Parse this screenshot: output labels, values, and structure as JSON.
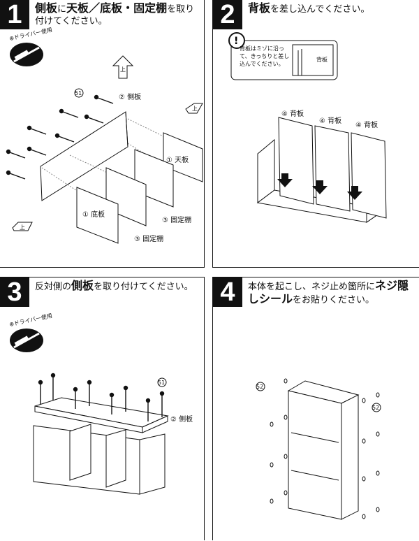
{
  "steps": [
    {
      "number": "1",
      "parts": [
        {
          "text": "側板",
          "bold": true
        },
        {
          "text": "に",
          "bold": false
        },
        {
          "text": "天板",
          "bold": true
        },
        {
          "text": "／",
          "bold": false
        },
        {
          "text": "底板・固定棚",
          "bold": true
        },
        {
          "text": "を取り付けてください。",
          "bold": false
        }
      ]
    },
    {
      "number": "2",
      "parts": [
        {
          "text": "背板",
          "bold": true
        },
        {
          "text": "を差し込んでください。",
          "bold": false
        }
      ]
    },
    {
      "number": "3",
      "parts": [
        {
          "text": "反対側の",
          "bold": false
        },
        {
          "text": "側板",
          "bold": true
        },
        {
          "text": "を取り付けてください。",
          "bold": false
        }
      ]
    },
    {
      "number": "4",
      "parts": [
        {
          "text": "本体を起こし、ネジ止め箇所に",
          "bold": false
        },
        {
          "text": "ネジ隠しシール",
          "bold": true
        },
        {
          "text": "をお貼りください。",
          "bold": false
        }
      ]
    }
  ],
  "tool_badge": "⊕ドライバー使用",
  "note": "背板はミゾに沿って、きっちりと差し込んでください。",
  "note_inset_label": "背板",
  "labels": {
    "screw_51": "51",
    "sticker_52": "52",
    "side_board": "② 側板",
    "top_board": "① 天板",
    "bottom_board": "① 底板",
    "fixed_shelf": "③ 固定棚",
    "back_board": "④ 背板",
    "up_arrow": "上",
    "direction_mark": "上"
  }
}
